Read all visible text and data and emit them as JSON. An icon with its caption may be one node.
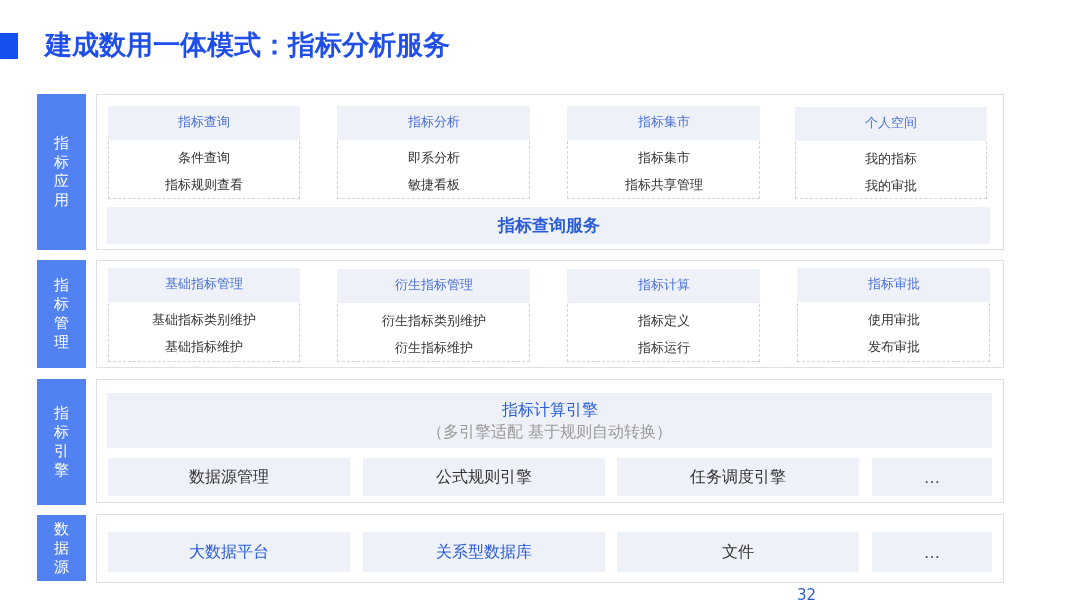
{
  "diagram": {
    "title": "建成数用一体模式：指标分析服务",
    "nodes": [
      {
        "text": [
          "指标应用"
        ]
      },
      {
        "text": [],
        "shape": "box"
      },
      {
        "text": [
          "指标查询",
          "条件查询",
          "指标规则查看"
        ],
        "in": 1
      },
      {
        "text": [
          "指标分析",
          "即系分析",
          "敏捷看板"
        ],
        "in": 1
      },
      {
        "text": [
          "指标集市",
          "指标集市",
          "指标共享管理"
        ],
        "in": 1
      },
      {
        "text": [
          "个人空间",
          "我的指标",
          "我的审批"
        ],
        "in": 1
      },
      {
        "text": [
          "指标查询服务"
        ],
        "in": 1
      },
      {
        "text": [
          "指标管理"
        ]
      },
      {
        "text": [],
        "shape": "box"
      },
      {
        "text": [
          "基础指标管理",
          "基础指标类别维护",
          "基础指标维护"
        ],
        "in": 8
      },
      {
        "text": [
          "衍生指标管理",
          "衍生指标类别维护",
          "衍生指标维护"
        ],
        "in": 8
      },
      {
        "text": [
          "指标计算",
          "指标定义",
          "指标运行"
        ],
        "in": 8
      },
      {
        "text": [
          "指标审批",
          "使用审批",
          "发布审批"
        ],
        "in": 8
      },
      {
        "text": [
          "指标引擎"
        ]
      },
      {
        "text": [],
        "shape": "box"
      },
      {
        "text": [
          "指标计算引擎",
          "（多引擎适配 基于规则自动转换）"
        ],
        "in": 14
      },
      {
        "text": [
          "数据源管理"
        ],
        "in": 14
      },
      {
        "text": [
          "公式规则引擎"
        ],
        "in": 14
      },
      {
        "text": [
          "任务调度引擎"
        ],
        "in": 14
      },
      {
        "text": [
          "…"
        ],
        "in": 14
      },
      {
        "text": [
          "数据源"
        ]
      },
      {
        "text": [],
        "shape": "box"
      },
      {
        "text": [
          "大数据平台"
        ],
        "in": 21
      },
      {
        "text": [
          "关系型数据库"
        ],
        "in": 21
      },
      {
        "text": [
          "文件"
        ],
        "in": 21
      },
      {
        "text": [
          "…"
        ],
        "in": 21
      }
    ],
    "labels": [
      "32"
    ]
  }
}
